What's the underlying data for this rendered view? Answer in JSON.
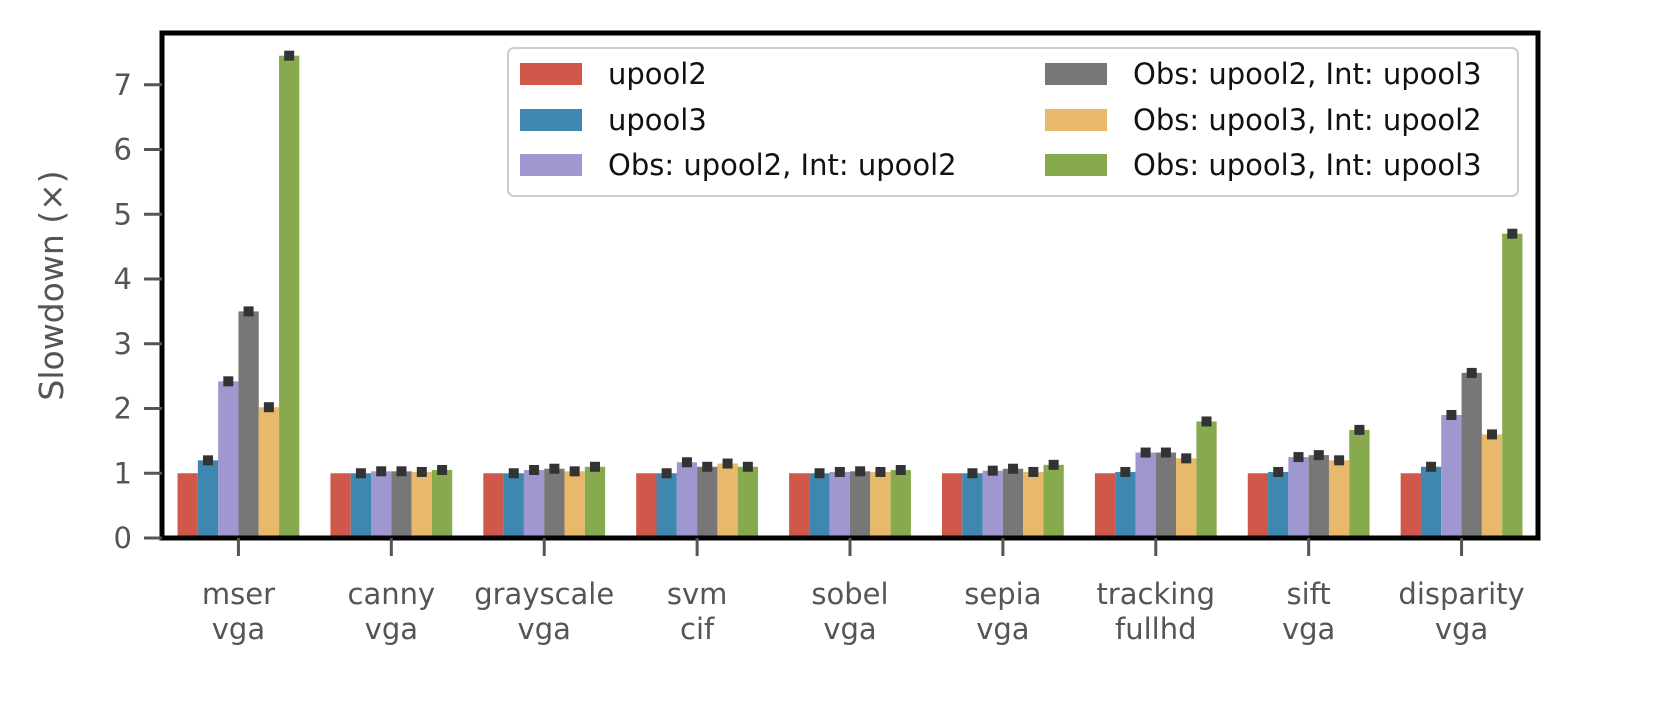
{
  "chart_data": {
    "type": "bar",
    "title": "",
    "xlabel": "",
    "ylabel": "Slowdown (×)",
    "ylim": [
      0,
      7.8
    ],
    "yticks": [
      0,
      1,
      2,
      3,
      4,
      5,
      6,
      7
    ],
    "grid": false,
    "legend_position": "top-right",
    "legend_columns": 2,
    "categories": [
      [
        "mser",
        "vga"
      ],
      [
        "canny",
        "vga"
      ],
      [
        "grayscale",
        "vga"
      ],
      [
        "svm",
        "cif"
      ],
      [
        "sobel",
        "vga"
      ],
      [
        "sepia",
        "vga"
      ],
      [
        "tracking",
        "fullhd"
      ],
      [
        "sift",
        "vga"
      ],
      [
        "disparity",
        "vga"
      ]
    ],
    "series": [
      {
        "name": "upool2",
        "color": "#d0584a",
        "values": [
          1.0,
          1.0,
          1.0,
          1.0,
          1.0,
          1.0,
          1.0,
          1.0,
          1.0
        ],
        "errors": [
          null,
          null,
          null,
          null,
          null,
          null,
          null,
          null,
          null
        ]
      },
      {
        "name": "upool3",
        "color": "#3e87b0",
        "values": [
          1.2,
          1.0,
          1.0,
          1.0,
          1.0,
          1.0,
          1.02,
          1.02,
          1.1
        ],
        "errors": [
          1.2,
          1.0,
          1.0,
          1.0,
          1.0,
          1.0,
          1.02,
          1.02,
          1.1
        ]
      },
      {
        "name": "Obs: upool2, Int: upool2",
        "color": "#9e97d0",
        "values": [
          2.42,
          1.03,
          1.05,
          1.17,
          1.02,
          1.04,
          1.32,
          1.25,
          1.9
        ],
        "errors": [
          2.42,
          1.03,
          1.05,
          1.17,
          1.02,
          1.04,
          1.32,
          1.25,
          1.9
        ]
      },
      {
        "name": "Obs: upool2, Int: upool3",
        "color": "#777777",
        "values": [
          3.5,
          1.03,
          1.07,
          1.1,
          1.03,
          1.07,
          1.32,
          1.28,
          2.55
        ],
        "errors": [
          3.5,
          1.03,
          1.07,
          1.1,
          1.03,
          1.07,
          1.32,
          1.28,
          2.55
        ]
      },
      {
        "name": "Obs: upool3, Int: upool2",
        "color": "#e9b96b",
        "values": [
          2.02,
          1.02,
          1.03,
          1.15,
          1.02,
          1.02,
          1.23,
          1.2,
          1.6
        ],
        "errors": [
          2.02,
          1.02,
          1.03,
          1.15,
          1.02,
          1.02,
          1.23,
          1.2,
          1.6
        ]
      },
      {
        "name": "Obs: upool3, Int: upool3",
        "color": "#88aa4e",
        "values": [
          7.45,
          1.05,
          1.1,
          1.1,
          1.05,
          1.13,
          1.8,
          1.67,
          4.7
        ],
        "errors": [
          7.45,
          1.05,
          1.1,
          1.1,
          1.05,
          1.13,
          1.8,
          1.67,
          4.7
        ]
      }
    ]
  }
}
